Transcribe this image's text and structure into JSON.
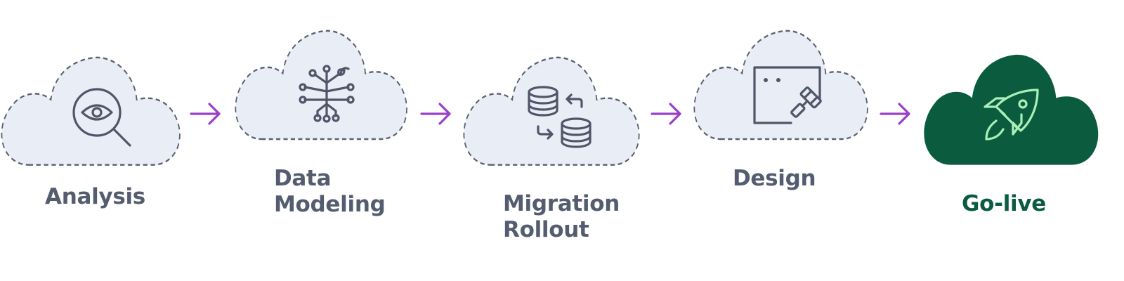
{
  "colors": {
    "cloud_fill": "#e8edf6",
    "cloud_stroke": "#5a6070",
    "icon_stroke": "#4f5668",
    "label_text": "#545c70",
    "arrow": "#9b3fc9",
    "golive_fill": "#0b5c3f",
    "golive_icon": "#a9efb6",
    "golive_text": "#0b5c3f"
  },
  "steps": [
    {
      "id": "analysis",
      "icon": "magnifier-eye-icon",
      "label_lines": [
        "Analysis"
      ],
      "style": "outline"
    },
    {
      "id": "data-modeling",
      "icon": "circuit-tree-icon",
      "label_lines": [
        "Data",
        "Modeling"
      ],
      "style": "outline"
    },
    {
      "id": "migration-rollout",
      "icon": "database-sync-icon",
      "label_lines": [
        "Migration",
        "Rollout"
      ],
      "style": "outline"
    },
    {
      "id": "design",
      "icon": "window-paint-roller-icon",
      "label_lines": [
        "Design"
      ],
      "style": "outline"
    },
    {
      "id": "go-live",
      "icon": "rocket-icon",
      "label_lines": [
        "Go-live"
      ],
      "style": "filled"
    }
  ]
}
